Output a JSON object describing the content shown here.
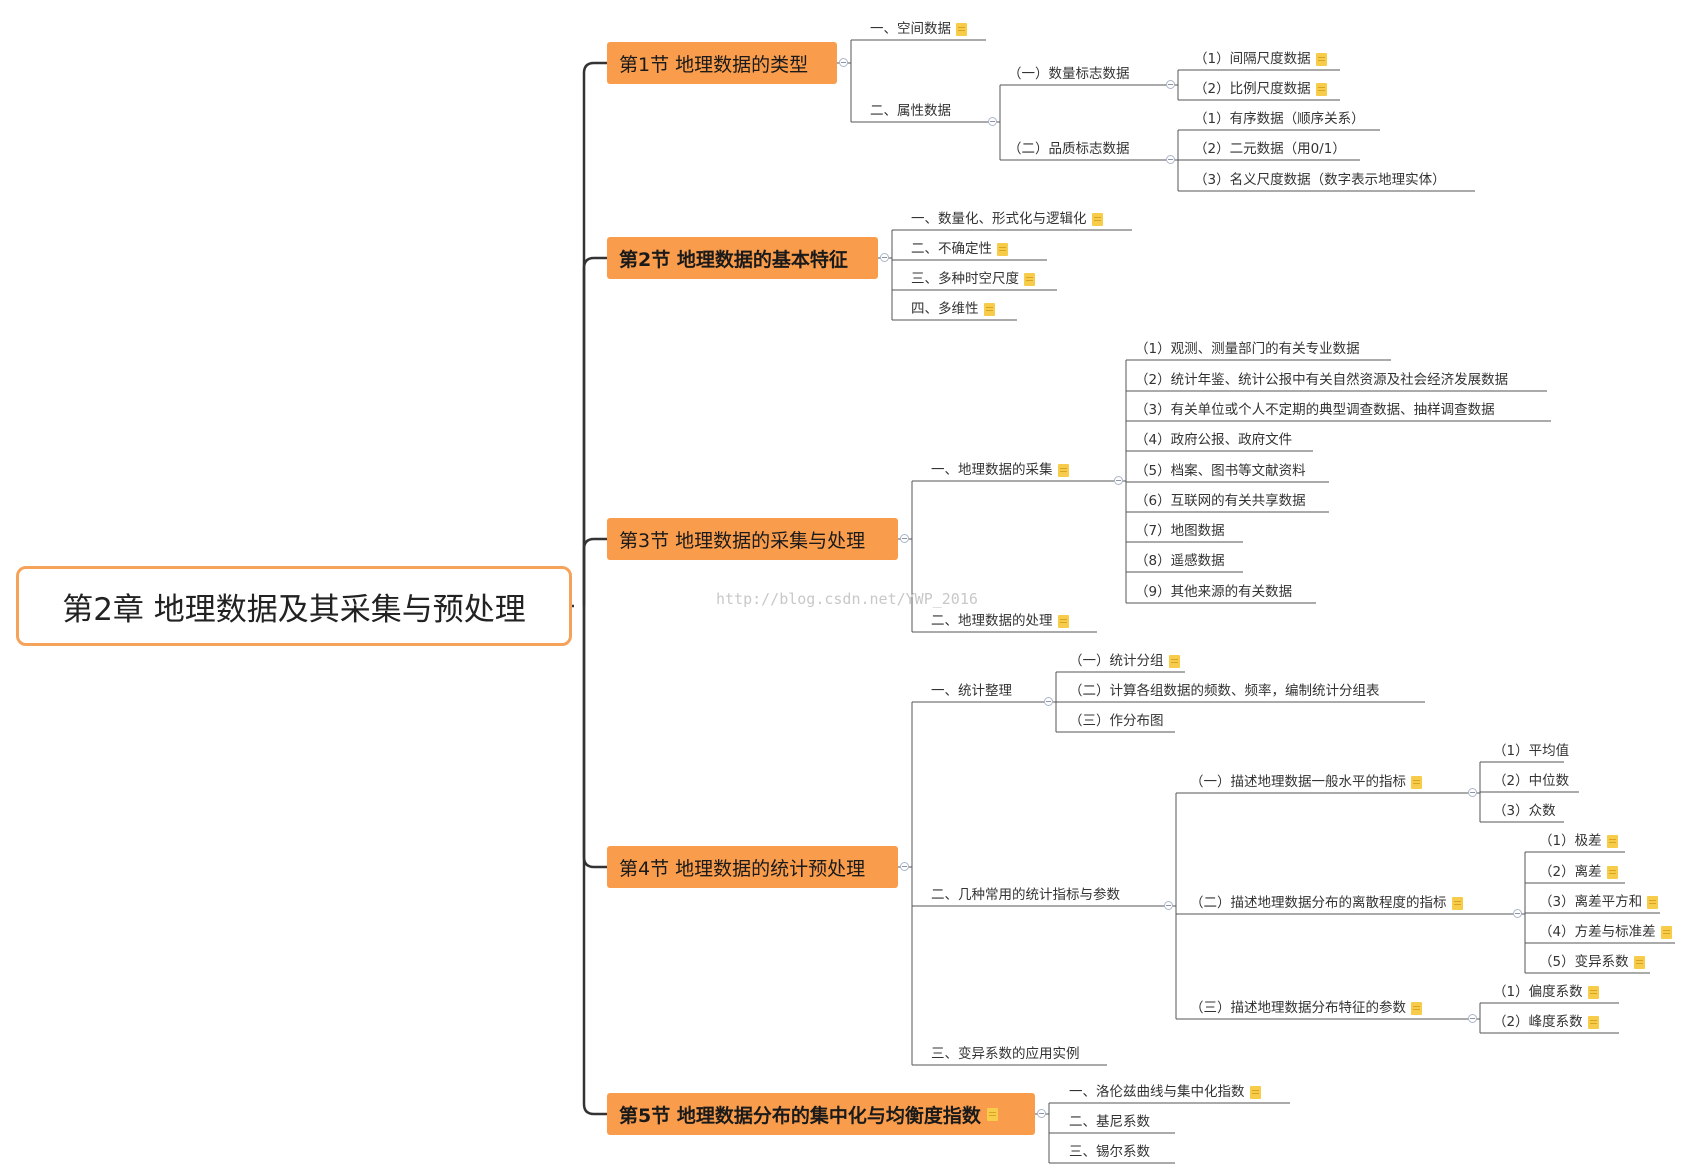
{
  "root": {
    "label": "第2章 地理数据及其采集与预处理"
  },
  "watermark": "http://blog.csdn.net/YWP_2016",
  "sections": [
    {
      "label": "第1节 地理数据的类型",
      "bold": false,
      "children": [
        {
          "label": "一、空间数据",
          "note": true
        },
        {
          "label": "二、属性数据",
          "children": [
            {
              "label": "（一）数量标志数据",
              "children": [
                {
                  "label": "（1）间隔尺度数据",
                  "note": true
                },
                {
                  "label": "（2）比例尺度数据",
                  "note": true
                }
              ]
            },
            {
              "label": "（二）品质标志数据",
              "children": [
                {
                  "label": "（1）有序数据（顺序关系）"
                },
                {
                  "label": "（2）二元数据（用0/1）"
                },
                {
                  "label": "（3）名义尺度数据（数字表示地理实体）"
                }
              ]
            }
          ]
        }
      ]
    },
    {
      "label": "第2节 地理数据的基本特征",
      "bold": true,
      "children": [
        {
          "label": "一、数量化、形式化与逻辑化",
          "note": true
        },
        {
          "label": "二、不确定性",
          "note": true
        },
        {
          "label": "三、多种时空尺度",
          "note": true
        },
        {
          "label": "四、多维性",
          "note": true
        }
      ]
    },
    {
      "label": "第3节 地理数据的采集与处理",
      "bold": false,
      "children": [
        {
          "label": "一、地理数据的采集",
          "note": true,
          "children": [
            {
              "label": "（1）观测、测量部门的有关专业数据"
            },
            {
              "label": "（2）统计年鉴、统计公报中有关自然资源及社会经济发展数据"
            },
            {
              "label": "（3）有关单位或个人不定期的典型调查数据、抽样调查数据"
            },
            {
              "label": "（4）政府公报、政府文件"
            },
            {
              "label": "（5）档案、图书等文献资料"
            },
            {
              "label": "（6）互联网的有关共享数据"
            },
            {
              "label": "（7）地图数据"
            },
            {
              "label": "（8）遥感数据"
            },
            {
              "label": "（9）其他来源的有关数据"
            }
          ]
        },
        {
          "label": "二、地理数据的处理",
          "note": true
        }
      ]
    },
    {
      "label": "第4节 地理数据的统计预处理",
      "bold": false,
      "children": [
        {
          "label": "一、统计整理",
          "children": [
            {
              "label": "（一）统计分组",
              "note": true
            },
            {
              "label": "（二）计算各组数据的频数、频率，编制统计分组表"
            },
            {
              "label": "（三）作分布图"
            }
          ]
        },
        {
          "label": "二、几种常用的统计指标与参数",
          "children": [
            {
              "label": "（一）描述地理数据一般水平的指标",
              "note": true,
              "children": [
                {
                  "label": "（1）平均值"
                },
                {
                  "label": "（2）中位数"
                },
                {
                  "label": "（3）众数"
                }
              ]
            },
            {
              "label": "（二）描述地理数据分布的离散程度的指标",
              "note": true,
              "children": [
                {
                  "label": "（1）极差",
                  "note": true
                },
                {
                  "label": "（2）离差",
                  "note": true
                },
                {
                  "label": "（3）离差平方和",
                  "note": true
                },
                {
                  "label": "（4）方差与标准差",
                  "note": true
                },
                {
                  "label": "（5）变异系数",
                  "note": true
                }
              ]
            },
            {
              "label": "（三）描述地理数据分布特征的参数",
              "note": true,
              "children": [
                {
                  "label": "（1）偏度系数",
                  "note": true
                },
                {
                  "label": "（2）峰度系数",
                  "note": true
                }
              ]
            }
          ]
        },
        {
          "label": "三、变异系数的应用实例"
        }
      ]
    },
    {
      "label": "第5节 地理数据分布的集中化与均衡度指数",
      "bold": true,
      "note": true,
      "children": [
        {
          "label": "一、洛伦兹曲线与集中化指数",
          "note": true
        },
        {
          "label": "二、基尼系数"
        },
        {
          "label": "三、锡尔系数"
        }
      ]
    }
  ]
}
